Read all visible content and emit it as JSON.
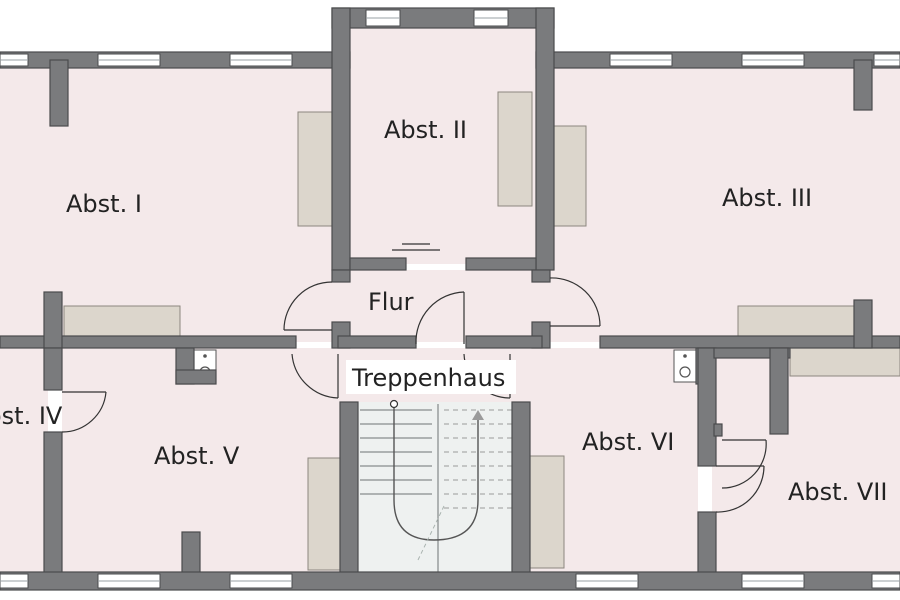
{
  "rooms": {
    "abst_1": "Abst. I",
    "abst_2": "Abst. II",
    "abst_3": "Abst. III",
    "abst_4": "Abst. IV",
    "abst_5": "Abst. V",
    "abst_6": "Abst. VI",
    "abst_7": "Abst. VII",
    "flur": "Flur",
    "treppenhaus": "Treppenhaus"
  },
  "colors": {
    "room_fill": "#f4e9ea",
    "wall": "#7a7b7d",
    "radiator": "#dcd6cc"
  }
}
